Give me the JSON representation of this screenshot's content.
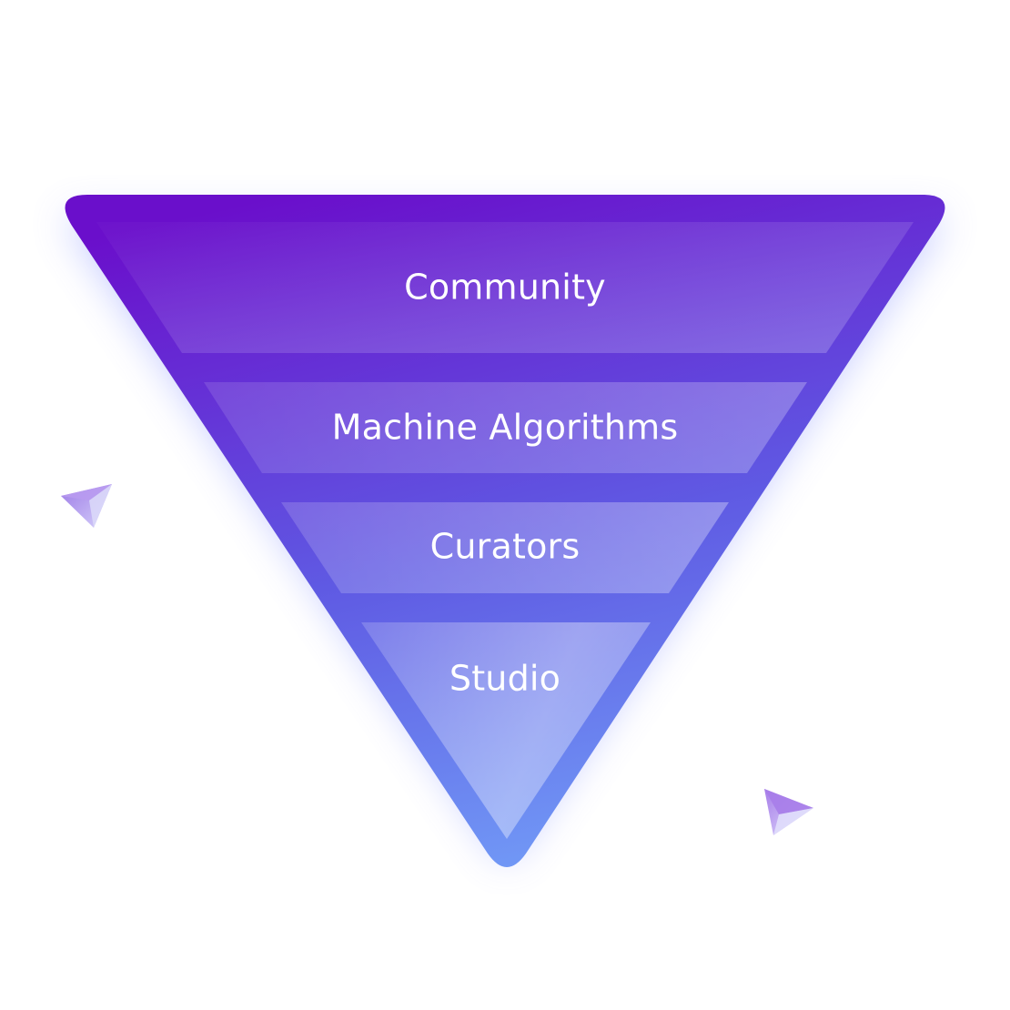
{
  "diagram": {
    "type": "inverted-funnel",
    "tiers": [
      {
        "id": "community",
        "label": "Community"
      },
      {
        "id": "machine-algorithms",
        "label": "Machine Algorithms"
      },
      {
        "id": "curators",
        "label": "Curators"
      },
      {
        "id": "studio",
        "label": "Studio"
      }
    ],
    "colors": {
      "funnel_top": "#6a0fcb",
      "funnel_bottom": "#7199f6",
      "glow": "#7f8cff",
      "tier_text": "#ffffff",
      "decoration_light": "#c9c4f7",
      "decoration_dark": "#9d7ae6"
    },
    "decorations": [
      "paper-plane-icon",
      "paper-plane-icon"
    ]
  }
}
